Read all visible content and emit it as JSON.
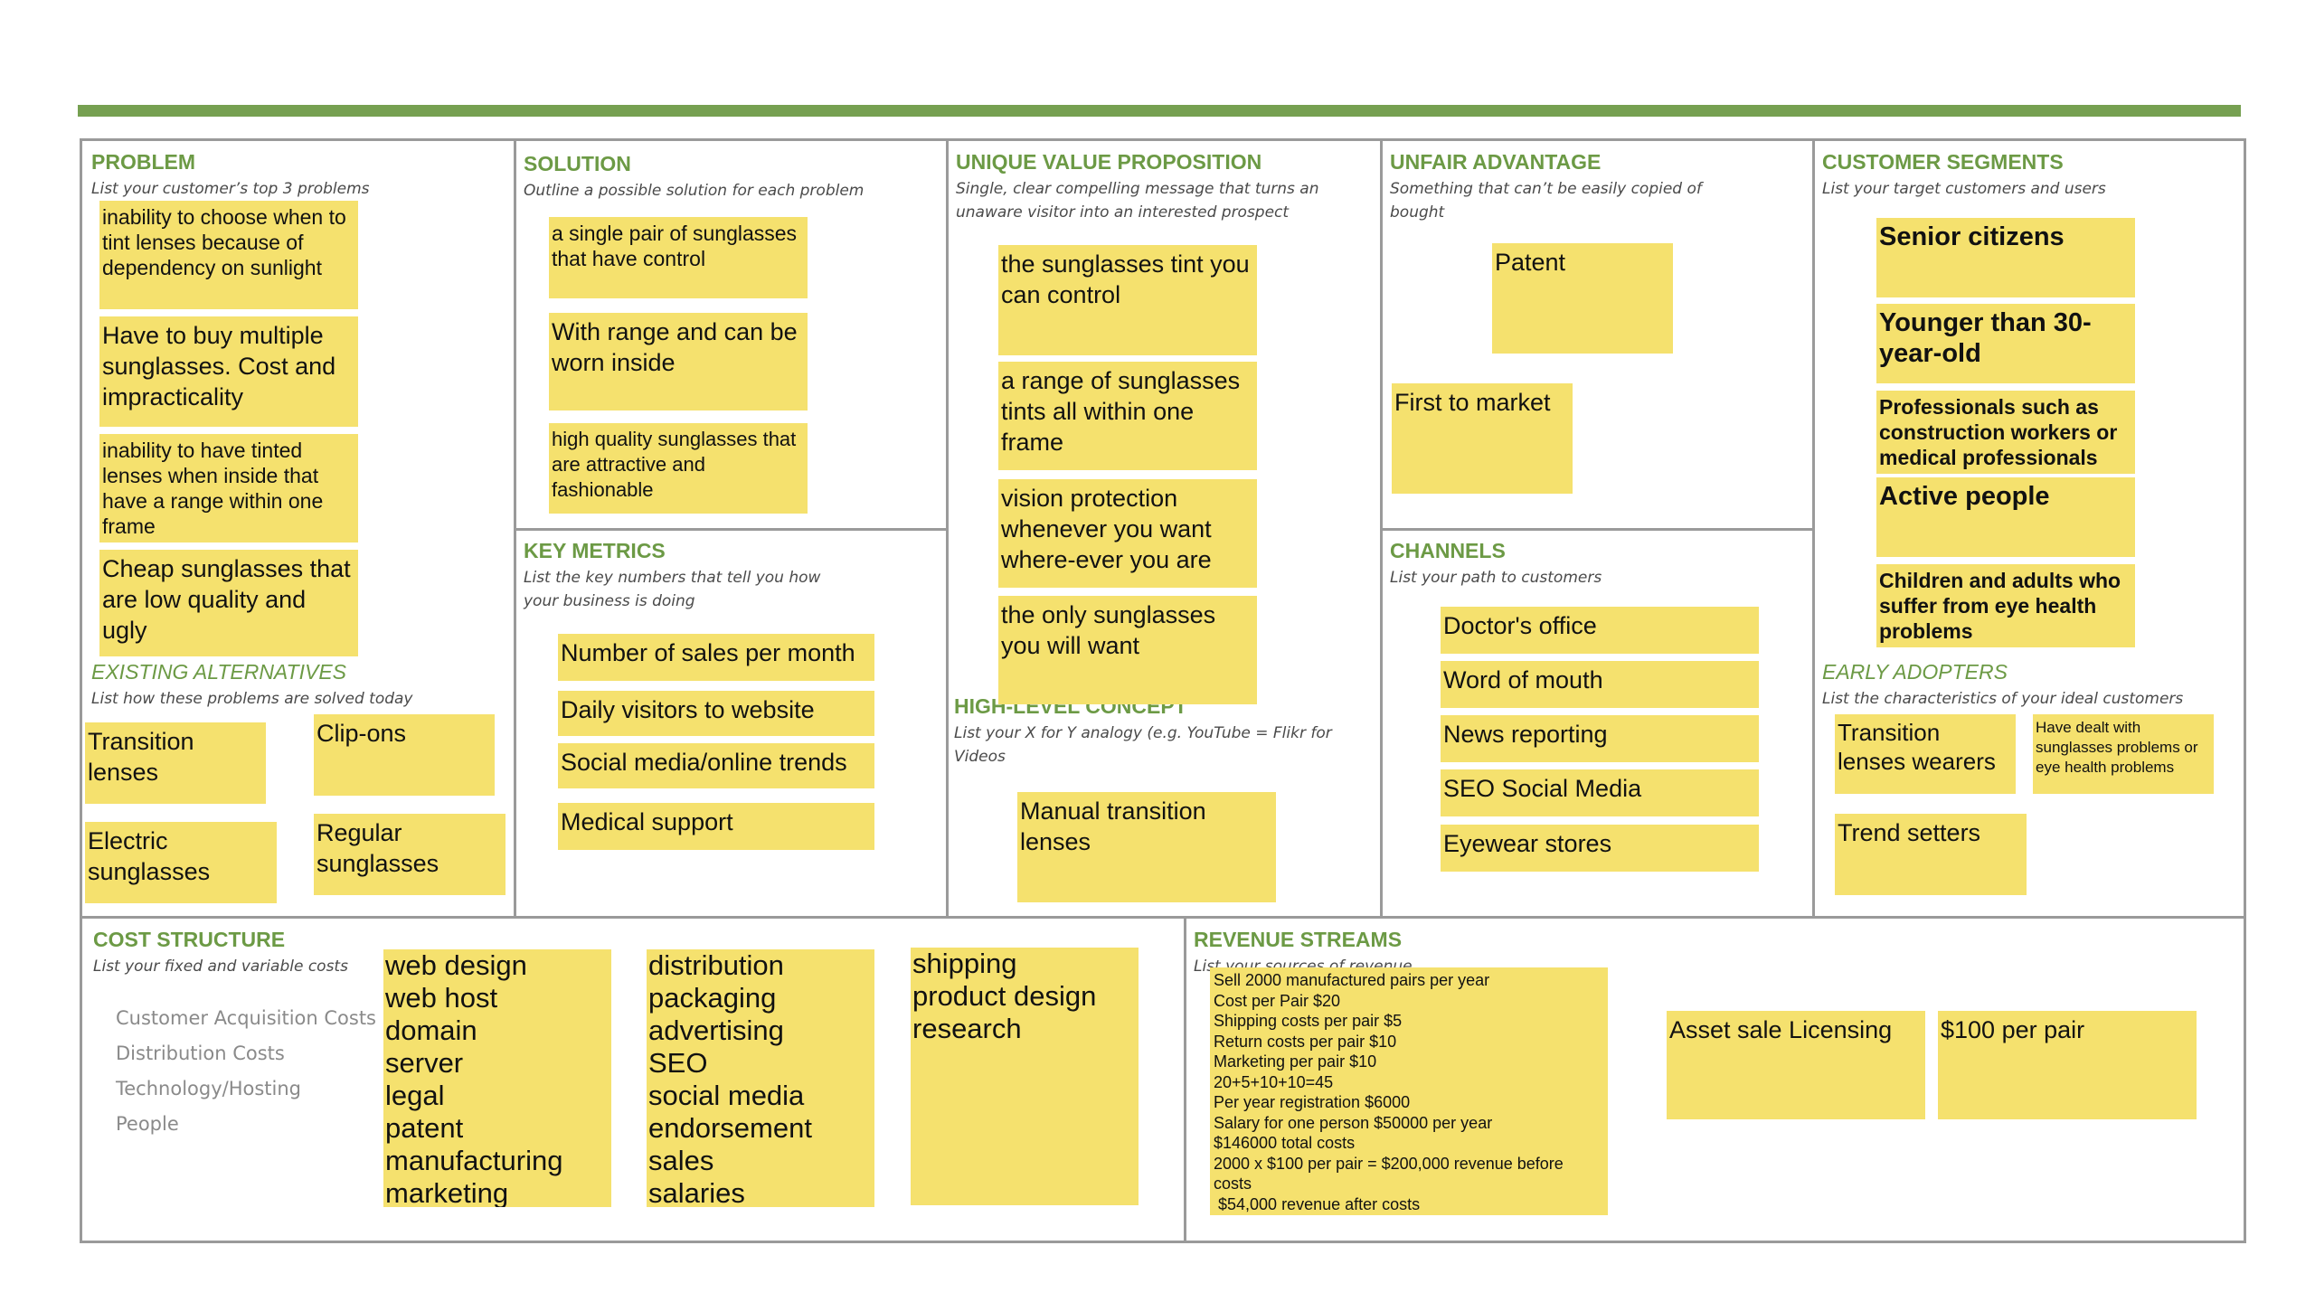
{
  "problem": {
    "title": "PROBLEM",
    "subtitle": "List your customer’s top 3 problems",
    "notes": [
      "inability to choose when to tint lenses because of dependency on sunlight",
      "Have to buy multiple sunglasses. Cost and impracticality",
      "inability to have tinted lenses when inside that have a range within one frame",
      "Cheap sunglasses that are low quality and ugly"
    ]
  },
  "existing_alternatives": {
    "title": "EXISTING ALTERNATIVES",
    "subtitle": "List how these problems are solved today",
    "notes": [
      "Transition lenses",
      "Clip-ons",
      "Electric sunglasses",
      "Regular sunglasses"
    ]
  },
  "solution": {
    "title": "SOLUTION",
    "subtitle": "Outline a possible solution for each problem",
    "notes": [
      "a single pair of sunglasses that have control",
      "With range and can be worn inside",
      "high quality sunglasses that are attractive and fashionable"
    ]
  },
  "key_metrics": {
    "title": "KEY METRICS",
    "subtitle": "List the key numbers that tell you how your business is doing",
    "notes": [
      "Number of sales per month",
      "Daily visitors to website",
      "Social media/online trends",
      "Medical support"
    ]
  },
  "uvp": {
    "title": "UNIQUE VALUE PROPOSITION",
    "subtitle": "Single, clear compelling message that turns an unaware visitor into an interested prospect",
    "notes": [
      "the sunglasses tint you can control",
      "a range of sunglasses tints all within one frame",
      "vision protection whenever you want where-ever you are",
      "the only sunglasses you will want"
    ]
  },
  "high_level_concept": {
    "title": "HIGH-LEVEL CONCEPT",
    "subtitle": "List your X for Y analogy (e.g. YouTube = Flikr for Videos",
    "notes": [
      "Manual transition lenses"
    ]
  },
  "unfair_advantage": {
    "title": "UNFAIR ADVANTAGE",
    "subtitle": "Something that can’t be easily copied of bought",
    "notes": [
      "Patent",
      "First to market"
    ]
  },
  "channels": {
    "title": "CHANNELS",
    "subtitle": "List your path to customers",
    "notes": [
      "Doctor's office",
      "Word of mouth",
      "News reporting",
      "SEO Social Media",
      "Eyewear stores"
    ]
  },
  "customer_segments": {
    "title": "CUSTOMER SEGMENTS",
    "subtitle": "List your target customers and users",
    "notes": [
      "Senior citizens",
      "Younger than 30-year-old",
      "Professionals such as construction workers or medical professionals",
      "Active people",
      "Children and adults who suffer from eye health problems"
    ]
  },
  "early_adopters": {
    "title": "EARLY ADOPTERS",
    "subtitle": "List the characteristics of your ideal customers",
    "notes": [
      "Transition lenses wearers",
      "Have dealt with sunglasses problems or eye health problems",
      "Trend setters"
    ]
  },
  "cost_structure": {
    "title": "COST STRUCTURE",
    "subtitle": "List your fixed and variable costs",
    "plain_items": [
      "Customer Acquisition Costs",
      "Distribution Costs",
      "Technology/Hosting",
      "People"
    ],
    "note_lists": [
      [
        "web design",
        "web host",
        "domain",
        "server",
        "legal",
        "patent",
        "manufacturing",
        "marketing"
      ],
      [
        "distribution",
        "packaging",
        "advertising",
        "SEO",
        "social media",
        "endorsement",
        "sales",
        "salaries"
      ],
      [
        "shipping",
        "product design",
        "research"
      ]
    ]
  },
  "revenue_streams": {
    "title": "REVENUE STREAMS",
    "subtitle": "List your sources of revenue",
    "calc_lines": [
      "Sell 2000 manufactured pairs per year",
      "Cost per Pair $20",
      "Shipping costs per pair $5",
      "Return costs per pair $10",
      "Marketing per pair $10",
      "20+5+10+10=45",
      "Per year registration $6000",
      "Salary for one person $50000 per year",
      "$146000 total costs",
      "2000 x $100 per pair = $200,000 revenue before costs",
      " $54,000 revenue after costs"
    ],
    "notes": [
      "Asset sale Licensing",
      "$100 per pair"
    ]
  }
}
